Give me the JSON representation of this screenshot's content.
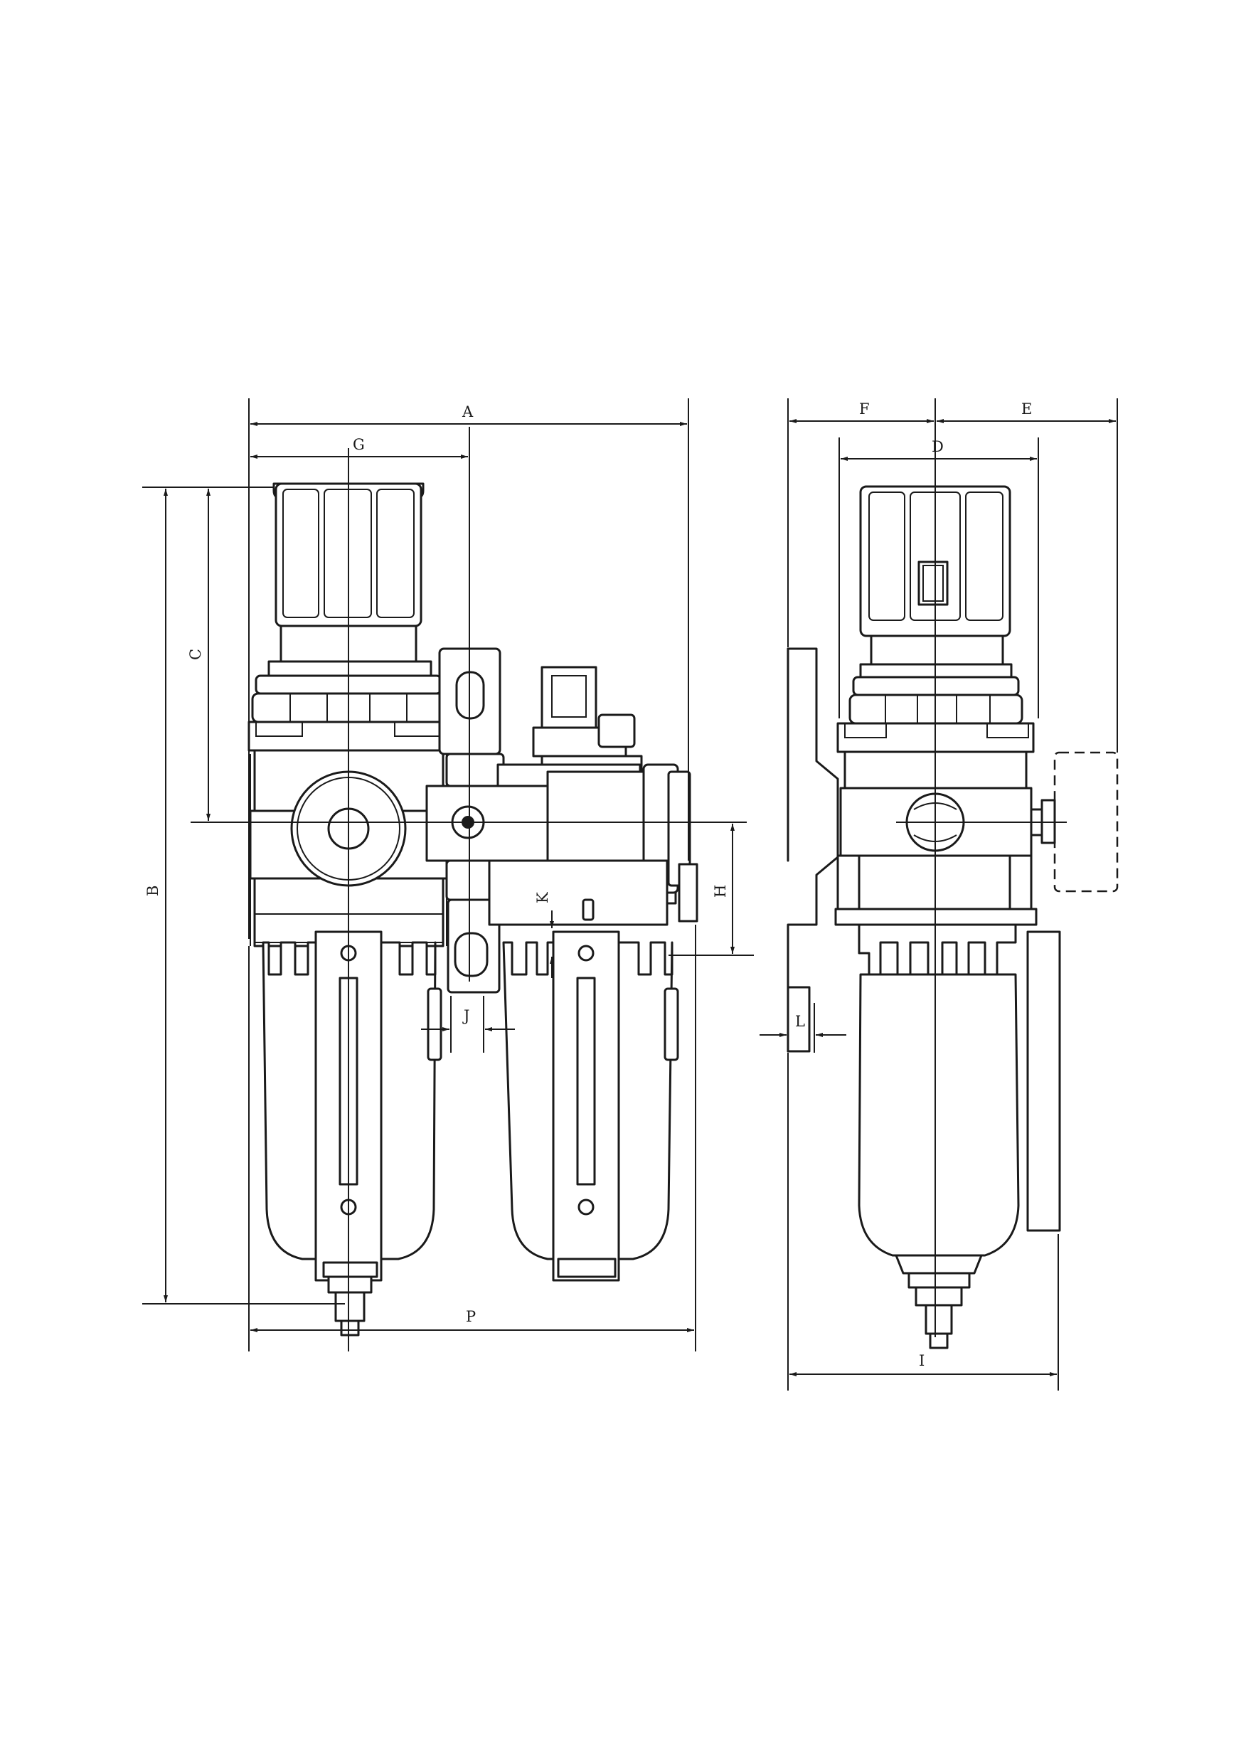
{
  "dimension_labels": {
    "A": "A",
    "G": "G",
    "B": "B",
    "C": "C",
    "H": "H",
    "K": "K",
    "J": "J",
    "P": "P",
    "F": "F",
    "E": "E",
    "D": "D",
    "L": "L",
    "I": "I"
  },
  "colors": {
    "line": "#1a1a1a",
    "background": "#ffffff"
  }
}
